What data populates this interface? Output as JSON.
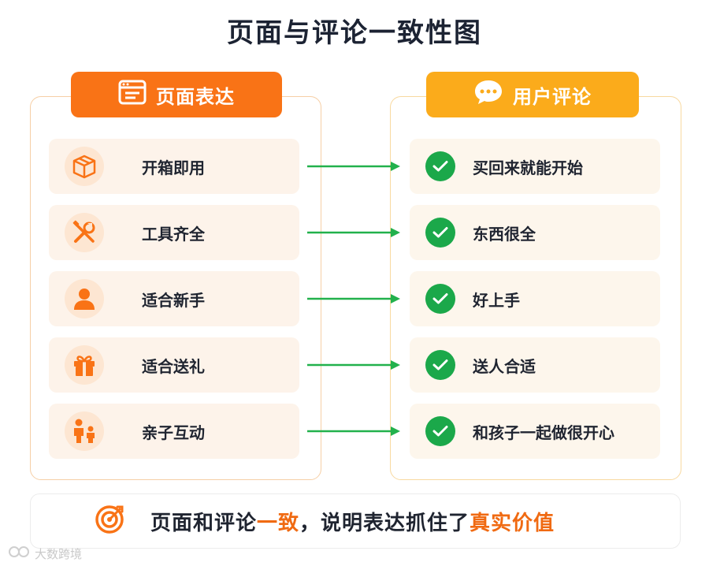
{
  "title": "页面与评论一致性图",
  "left_panel": {
    "header": "页面表达",
    "header_icon": "browser-window-icon"
  },
  "right_panel": {
    "header": "用户评论",
    "header_icon": "chat-bubble-icon"
  },
  "pairs": [
    {
      "feature": "开箱即用",
      "feature_icon": "box-icon",
      "review": "买回来就能开始"
    },
    {
      "feature": "工具齐全",
      "feature_icon": "tools-icon",
      "review": "东西很全"
    },
    {
      "feature": "适合新手",
      "feature_icon": "person-icon",
      "review": "好上手"
    },
    {
      "feature": "适合送礼",
      "feature_icon": "gift-icon",
      "review": "送人合适"
    },
    {
      "feature": "亲子互动",
      "feature_icon": "parent-child-icon",
      "review": "和孩子一起做很开心"
    }
  ],
  "conclusion": {
    "icon": "target-icon",
    "part1": "页面和评论",
    "highlight1": "一致",
    "part2": "，说明表达抓住了",
    "highlight2": "真实价值"
  },
  "watermark": "大数跨境",
  "colors": {
    "left_accent": "#f97316",
    "right_accent": "#fbab1b",
    "check_green": "#1ba84a",
    "arrow_green": "#22b14c"
  }
}
